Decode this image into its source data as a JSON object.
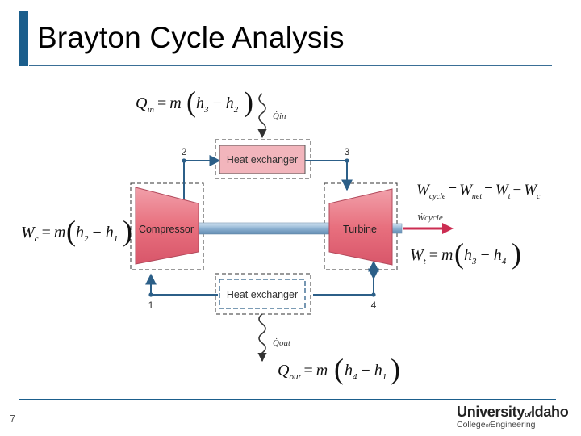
{
  "slide": {
    "title": "Brayton Cycle Analysis",
    "page_number": "7",
    "accent_color": "#1b5e8c"
  },
  "logo": {
    "name_main": "University",
    "name_of": "of",
    "name_place": "Idaho",
    "college_main": "College",
    "college_of": "of",
    "college_place": "Engineering"
  },
  "diagram": {
    "components": {
      "heat_exchanger_top": "Heat exchanger",
      "heat_exchanger_bottom": "Heat exchanger",
      "compressor": "Compressor",
      "turbine": "Turbine"
    },
    "states": [
      "1",
      "2",
      "3",
      "4"
    ],
    "heat_in_label": "Q̇in",
    "heat_out_label": "Q̇out",
    "work_cycle_label": "Ẇcycle",
    "colors": {
      "machine": "#e8707e",
      "heat_exchanger": "#f2b5bc",
      "flow": "#2c5f88",
      "work_arrow": "#cc2d52",
      "shaft": "#9fc0dd"
    }
  },
  "equations": {
    "q_in": {
      "lhs": "Q",
      "lhs_sub": "in",
      "mdot": "m",
      "a": "h",
      "a_sub": "3",
      "b": "h",
      "b_sub": "2"
    },
    "w_c": {
      "lhs": "W",
      "lhs_sub": "c",
      "mdot": "m",
      "a": "h",
      "a_sub": "2",
      "b": "h",
      "b_sub": "1"
    },
    "w_cycle": {
      "lhs": "W",
      "lhs_sub": "cycle",
      "w_net": "W",
      "w_net_sub": "net",
      "w_t": "W",
      "w_t_sub": "t",
      "w_c": "W",
      "w_c_sub": "c"
    },
    "w_t": {
      "lhs": "W",
      "lhs_sub": "t",
      "mdot": "m",
      "a": "h",
      "a_sub": "3",
      "b": "h",
      "b_sub": "4"
    },
    "q_out": {
      "lhs": "Q",
      "lhs_sub": "out",
      "mdot": "m",
      "a": "h",
      "a_sub": "4",
      "b": "h",
      "b_sub": "1"
    }
  }
}
